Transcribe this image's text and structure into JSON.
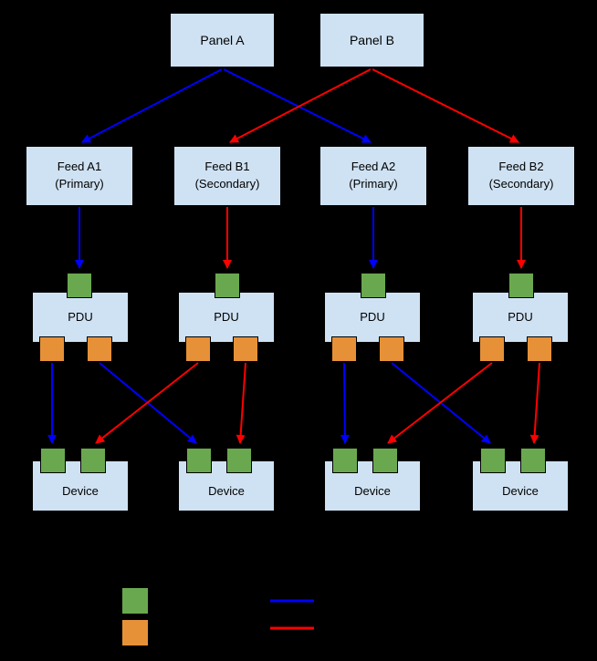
{
  "diagram": {
    "panels": [
      {
        "label": "Panel A"
      },
      {
        "label": "Panel B"
      }
    ],
    "feeds": [
      {
        "name": "Feed A1",
        "type": "(Primary)"
      },
      {
        "name": "Feed B1",
        "type": "(Secondary)"
      },
      {
        "name": "Feed A2",
        "type": "(Primary)"
      },
      {
        "name": "Feed B2",
        "type": "(Secondary)"
      }
    ],
    "pdus": [
      {
        "label": "PDU"
      },
      {
        "label": "PDU"
      },
      {
        "label": "PDU"
      },
      {
        "label": "PDU"
      }
    ],
    "devices": [
      {
        "label": "Device"
      },
      {
        "label": "Device"
      },
      {
        "label": "Device"
      },
      {
        "label": "Device"
      }
    ],
    "colors": {
      "background": "#000000",
      "node_fill": "#cfe2f3",
      "node_border": "#000000",
      "input_port_green": "#6aa84f",
      "output_port_orange": "#e69138",
      "primary_line_blue": "#0000ff",
      "secondary_line_red": "#ff0000"
    },
    "legend": {
      "swatches": [
        {
          "name": "green-input-port-swatch"
        },
        {
          "name": "orange-output-port-swatch"
        },
        {
          "name": "blue-primary-line-swatch"
        },
        {
          "name": "red-secondary-line-swatch"
        }
      ]
    }
  }
}
